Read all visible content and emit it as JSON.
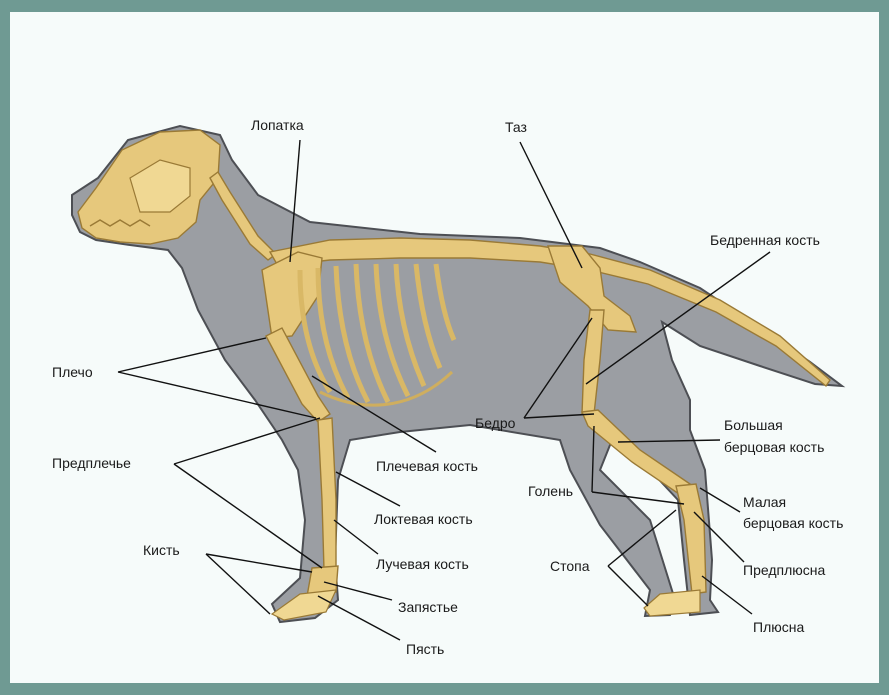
{
  "colors": {
    "border": "#6f9a93",
    "panel": "#f6fbfa",
    "silhouette": "#9b9ea3",
    "silhouette_edge": "#4d4f54",
    "bone": "#e6c87c",
    "bone_outline": "#9a7a36",
    "line": "#111111"
  },
  "labels": {
    "scapula": "Лопатка",
    "pelvis": "Таз",
    "femur_bone": "Бедренная кость",
    "shoulder": "Плечо",
    "thigh": "Бедро",
    "tibia_1": "Большая",
    "tibia_2": "берцовая кость",
    "forearm": "Предплечье",
    "humerus": "Плечевая кость",
    "shin": "Голень",
    "fibula_1": "Малая",
    "fibula_2": "берцовая кость",
    "ulna": "Локтевая кость",
    "hand": "Кисть",
    "radius": "Лучевая кость",
    "foot": "Стопа",
    "tarsus": "Предплюсна",
    "carpus": "Запястье",
    "metatarsus": "Плюсна",
    "metacarpus": "Пясть"
  }
}
